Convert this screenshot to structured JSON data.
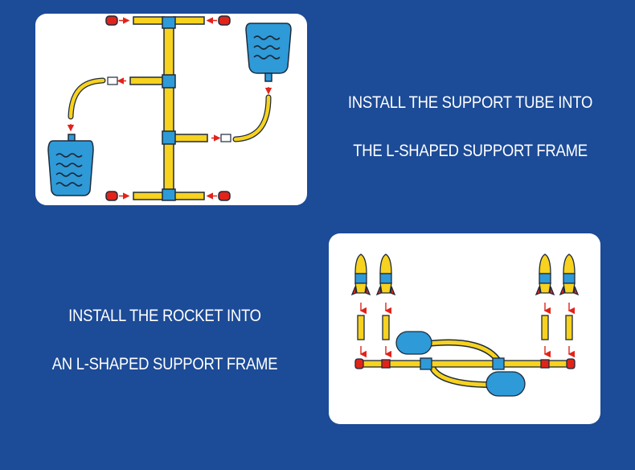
{
  "captions": {
    "support_tube_line1": "INSTALL THE SUPPORT TUBE INTO",
    "support_tube_line2": "THE L-SHAPED SUPPORT FRAME",
    "rocket_line1": "INSTALL THE ROCKET INTO",
    "rocket_line2": "AN L-SHAPED SUPPORT FRAME"
  },
  "colors": {
    "background": "#1c4b97",
    "panel": "#ffffff",
    "tube_yellow": "#f7d21e",
    "connector_blue": "#2e9ad8",
    "cap_red": "#e2231a",
    "outline": "#1e2a3a"
  }
}
